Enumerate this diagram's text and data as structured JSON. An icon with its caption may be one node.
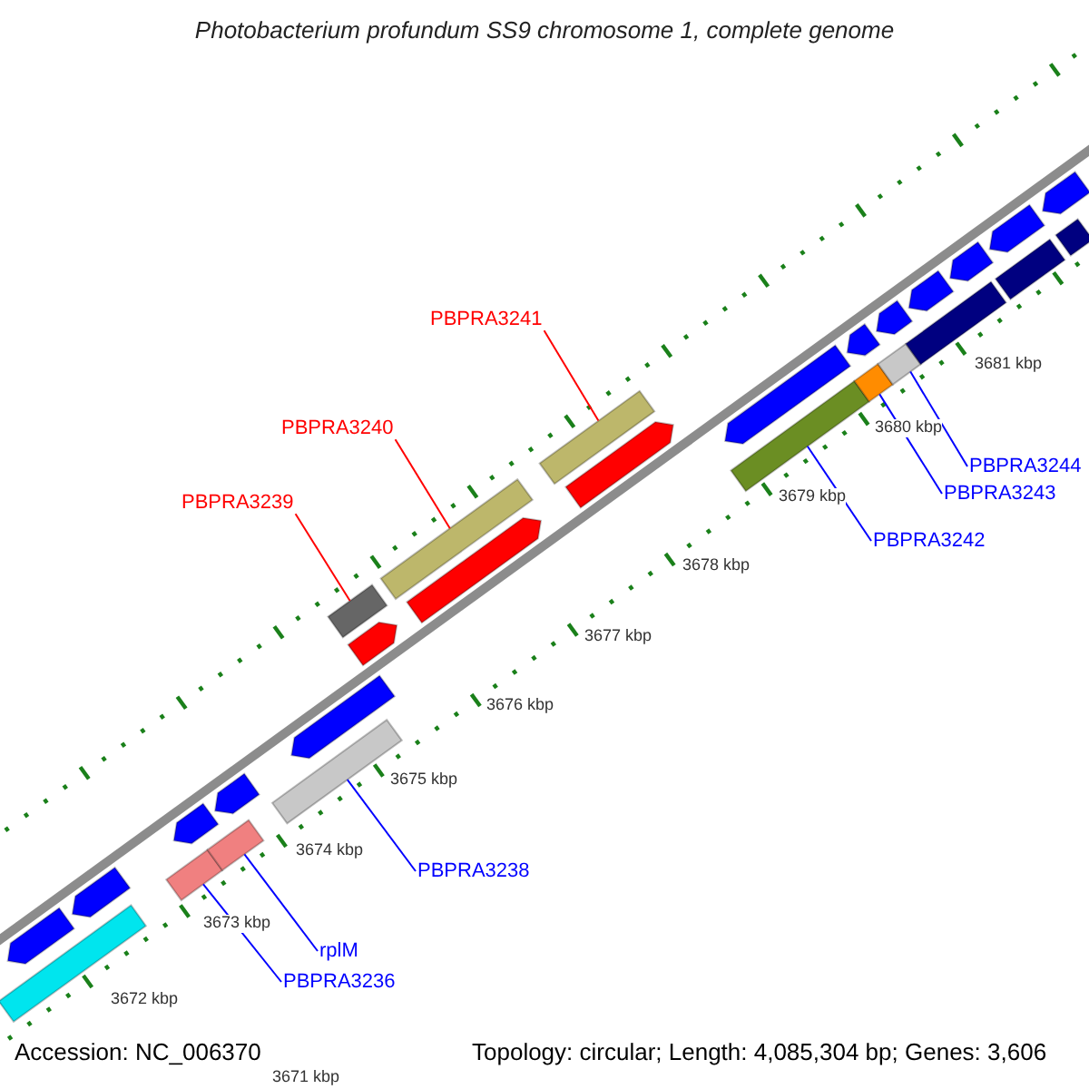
{
  "diagram": {
    "title": "Photobacterium profundum SS9 chromosome 1, complete genome",
    "nodes": [
      {
        "text": [
          "PBPRA3241"
        ]
      },
      {
        "text": [
          "PBPRA3240"
        ]
      },
      {
        "text": [
          "PBPRA3239"
        ]
      },
      {
        "text": [
          "PBPRA3244"
        ]
      },
      {
        "text": [
          "PBPRA3243"
        ]
      },
      {
        "text": [
          "PBPRA3242"
        ]
      },
      {
        "text": [
          "PBPRA3238"
        ]
      },
      {
        "text": [
          "rplM"
        ]
      },
      {
        "text": [
          "PBPRA3236"
        ]
      },
      {
        "text": [],
        "shape": "bar"
      },
      {
        "text": [],
        "shape": "bar"
      },
      {
        "text": [],
        "shape": "bar"
      },
      {
        "text": [],
        "shape": "bar"
      },
      {
        "text": [],
        "shape": "bar"
      },
      {
        "text": [],
        "shape": "bar"
      },
      {
        "text": [],
        "shape": "bar"
      },
      {
        "text": [],
        "shape": "bar"
      },
      {
        "text": [],
        "shape": "bar"
      },
      {
        "text": [],
        "shape": "bar"
      },
      {
        "text": [],
        "shape": "bar"
      },
      {
        "text": [],
        "shape": "bar"
      },
      {
        "text": [],
        "shape": "bar"
      },
      {
        "text": [],
        "shape": "bar"
      },
      {
        "text": [],
        "shape": "bar"
      },
      {
        "text": [],
        "shape": "bar"
      },
      {
        "text": [],
        "shape": "bar"
      },
      {
        "text": [],
        "shape": "bar"
      },
      {
        "text": [],
        "shape": "bar"
      },
      {
        "text": [],
        "shape": "bar"
      },
      {
        "text": [],
        "shape": "bar"
      },
      {
        "text": [],
        "shape": "bar"
      },
      {
        "text": [],
        "shape": "bar"
      },
      {
        "text": [],
        "shape": "bar"
      },
      {
        "text": [],
        "shape": "bar"
      },
      {
        "text": [],
        "shape": "bar"
      },
      {
        "text": [],
        "shape": "bar"
      },
      {
        "text": [],
        "shape": "bar"
      }
    ],
    "edges": [
      {
        "from": 0,
        "to": 14,
        "arrow": "none",
        "color": "#ff0000"
      },
      {
        "from": 1,
        "to": 13,
        "arrow": "none",
        "color": "#ff0000"
      },
      {
        "from": 2,
        "to": 12,
        "arrow": "none",
        "color": "#ff0000"
      },
      {
        "from": 3,
        "to": 17,
        "arrow": "none"
      },
      {
        "from": 4,
        "to": 16,
        "arrow": "none"
      },
      {
        "from": 5,
        "to": 15,
        "arrow": "none"
      },
      {
        "from": 6,
        "to": 11,
        "arrow": "none"
      },
      {
        "from": 7,
        "to": 10,
        "arrow": "none"
      },
      {
        "from": 8,
        "to": 9,
        "arrow": "none"
      }
    ],
    "labels": [
      "3681 kbp",
      "3680 kbp",
      "3679 kbp",
      "3678 kbp",
      "3677 kbp",
      "3676 kbp",
      "3675 kbp",
      "3674 kbp",
      "3673 kbp",
      "3672 kbp",
      "Accession: NC_006370",
      "Topology: circular; Length: 4,085,304 bp; Genes: 3,606",
      "3671 kbp"
    ]
  }
}
